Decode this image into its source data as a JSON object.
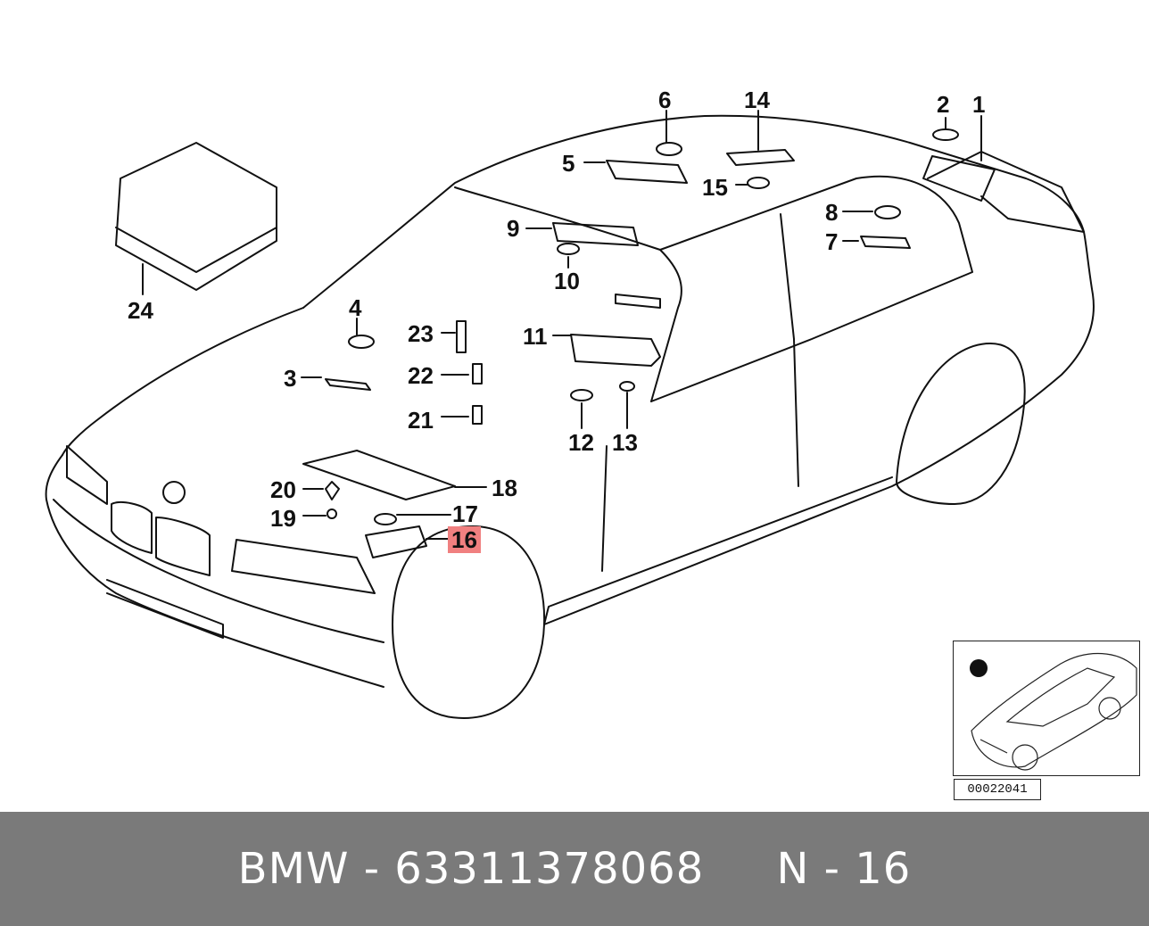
{
  "callouts": [
    {
      "label": "1"
    },
    {
      "label": "2"
    },
    {
      "label": "3"
    },
    {
      "label": "4"
    },
    {
      "label": "5"
    },
    {
      "label": "6"
    },
    {
      "label": "7"
    },
    {
      "label": "8"
    },
    {
      "label": "9"
    },
    {
      "label": "10"
    },
    {
      "label": "11"
    },
    {
      "label": "12"
    },
    {
      "label": "13"
    },
    {
      "label": "14"
    },
    {
      "label": "15"
    },
    {
      "label": "16"
    },
    {
      "label": "17"
    },
    {
      "label": "18"
    },
    {
      "label": "19"
    },
    {
      "label": "20"
    },
    {
      "label": "21"
    },
    {
      "label": "22"
    },
    {
      "label": "23"
    },
    {
      "label": "24"
    }
  ],
  "highlight": {
    "label": "16",
    "color": "#f08080"
  },
  "reference_number": "00022041",
  "footer": {
    "text": "BMW - 63311378068     N - 16"
  }
}
